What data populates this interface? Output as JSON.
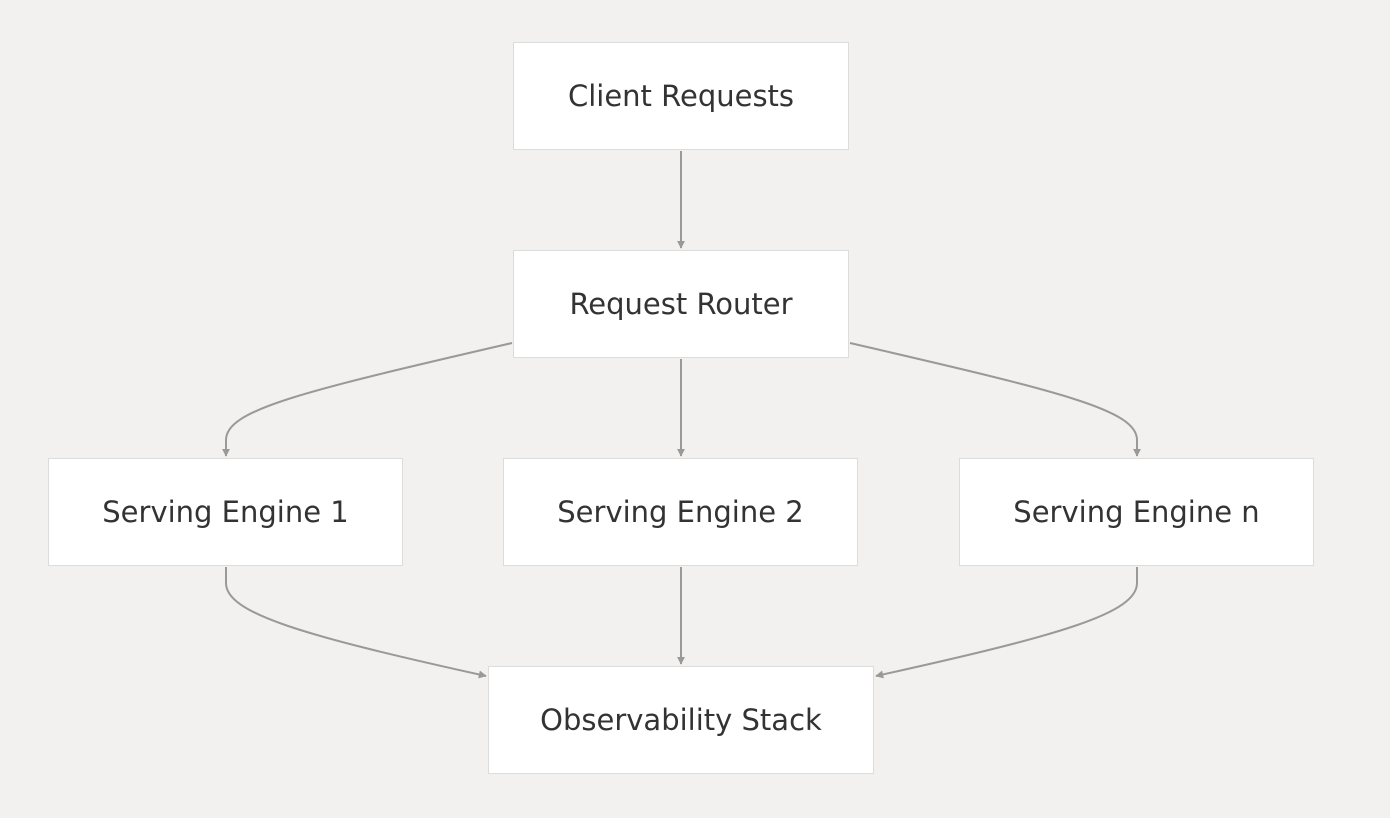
{
  "diagram": {
    "nodes": [
      {
        "id": "client",
        "label": "Client Requests"
      },
      {
        "id": "router",
        "label": "Request Router"
      },
      {
        "id": "engine1",
        "label": "Serving Engine 1"
      },
      {
        "id": "engine2",
        "label": "Serving Engine 2"
      },
      {
        "id": "enginen",
        "label": "Serving Engine n"
      },
      {
        "id": "obs",
        "label": "Observability Stack"
      }
    ],
    "edges": [
      {
        "from": "client",
        "to": "router"
      },
      {
        "from": "router",
        "to": "engine1"
      },
      {
        "from": "router",
        "to": "engine2"
      },
      {
        "from": "router",
        "to": "enginen"
      },
      {
        "from": "engine1",
        "to": "obs"
      },
      {
        "from": "engine2",
        "to": "obs"
      },
      {
        "from": "enginen",
        "to": "obs"
      }
    ],
    "colors": {
      "background": "#f2f1ef",
      "node_fill": "#ffffff",
      "node_border": "#dcdcdc",
      "edge": "#999999",
      "text": "#333333"
    }
  }
}
